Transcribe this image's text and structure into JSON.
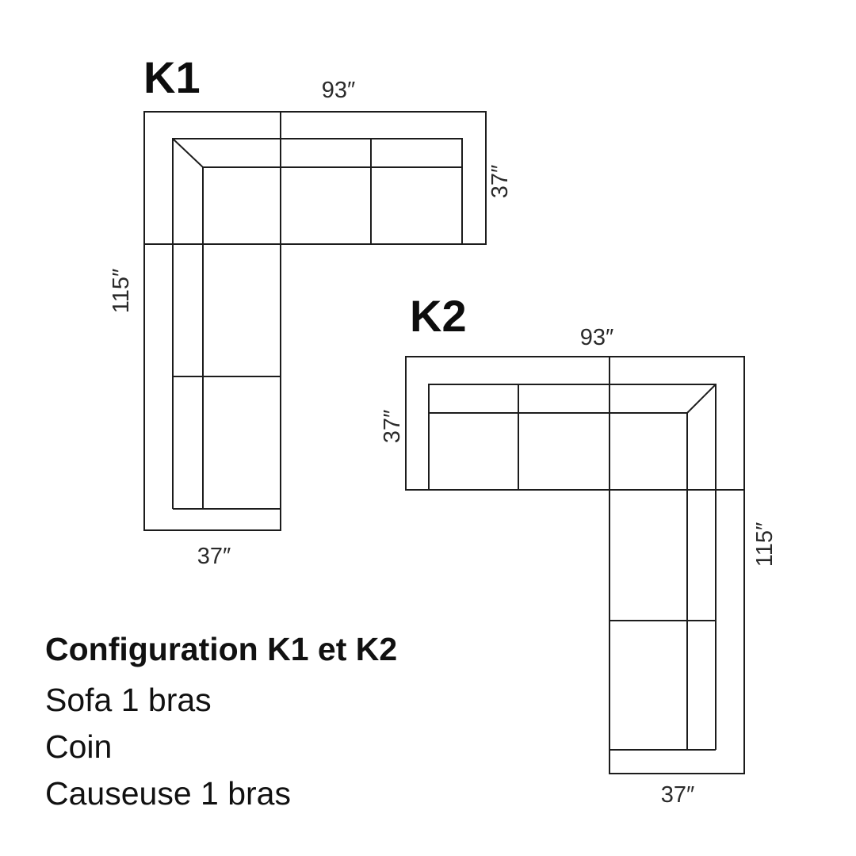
{
  "diagrams": {
    "k1": {
      "title": "K1",
      "dims": {
        "top": "93″",
        "right": "37″",
        "left": "115″",
        "bottom": "37″"
      }
    },
    "k2": {
      "title": "K2",
      "dims": {
        "top": "93″",
        "left": "37″",
        "right": "115″",
        "bottom": "37″"
      }
    }
  },
  "caption": {
    "title": "Configuration K1 et K2",
    "line1": "Sofa 1 bras",
    "line2": "Coin",
    "line3": "Causeuse 1 bras"
  },
  "colors": {
    "background": "#ffffff",
    "line": "#1c1c1c",
    "text": "#111111"
  }
}
